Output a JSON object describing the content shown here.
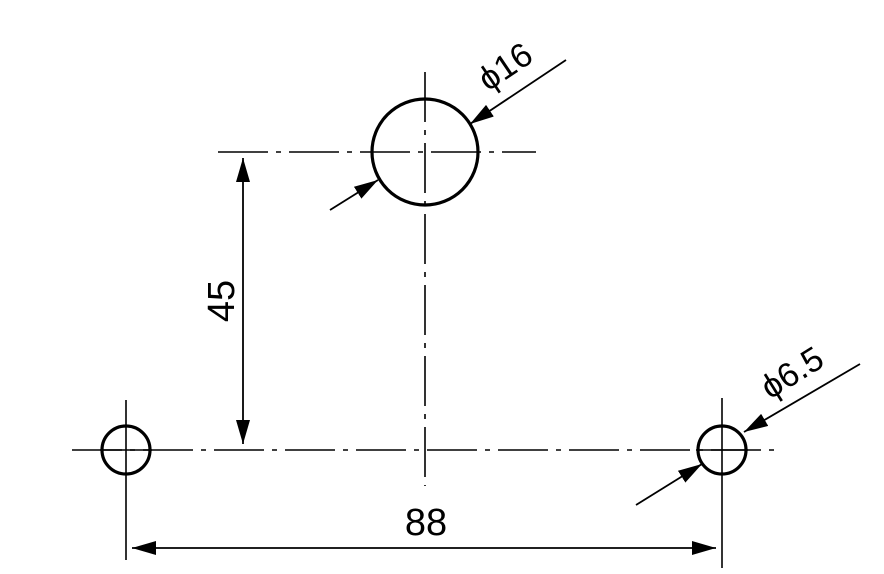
{
  "dimensions": {
    "top_hole_diameter": "ϕ16",
    "small_hole_diameter": "ϕ6.5",
    "vertical_spacing": "45",
    "horizontal_spacing": "88"
  },
  "colors": {
    "ink": "#000000",
    "paper": "#ffffff"
  }
}
